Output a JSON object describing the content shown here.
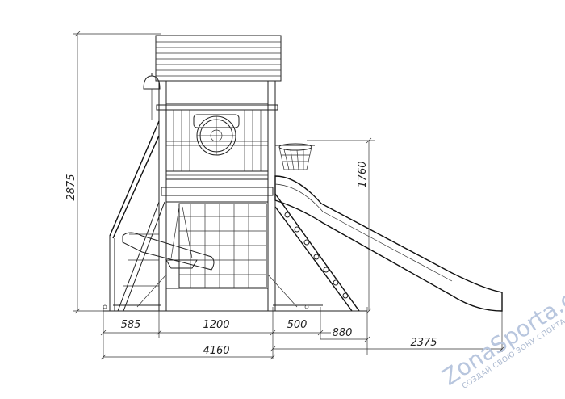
{
  "dimensions": {
    "height_total": "2875",
    "height_slide": "1760",
    "width_left": "585",
    "width_tower": "1200",
    "width_ladder": "500",
    "width_ladder_base": "880",
    "width_total": "4160",
    "width_slide": "2375"
  },
  "watermark": {
    "brand": "ZonaSporta.com",
    "tagline": "СОЗДАЙ СВОЮ ЗОНУ СПОРТА"
  }
}
